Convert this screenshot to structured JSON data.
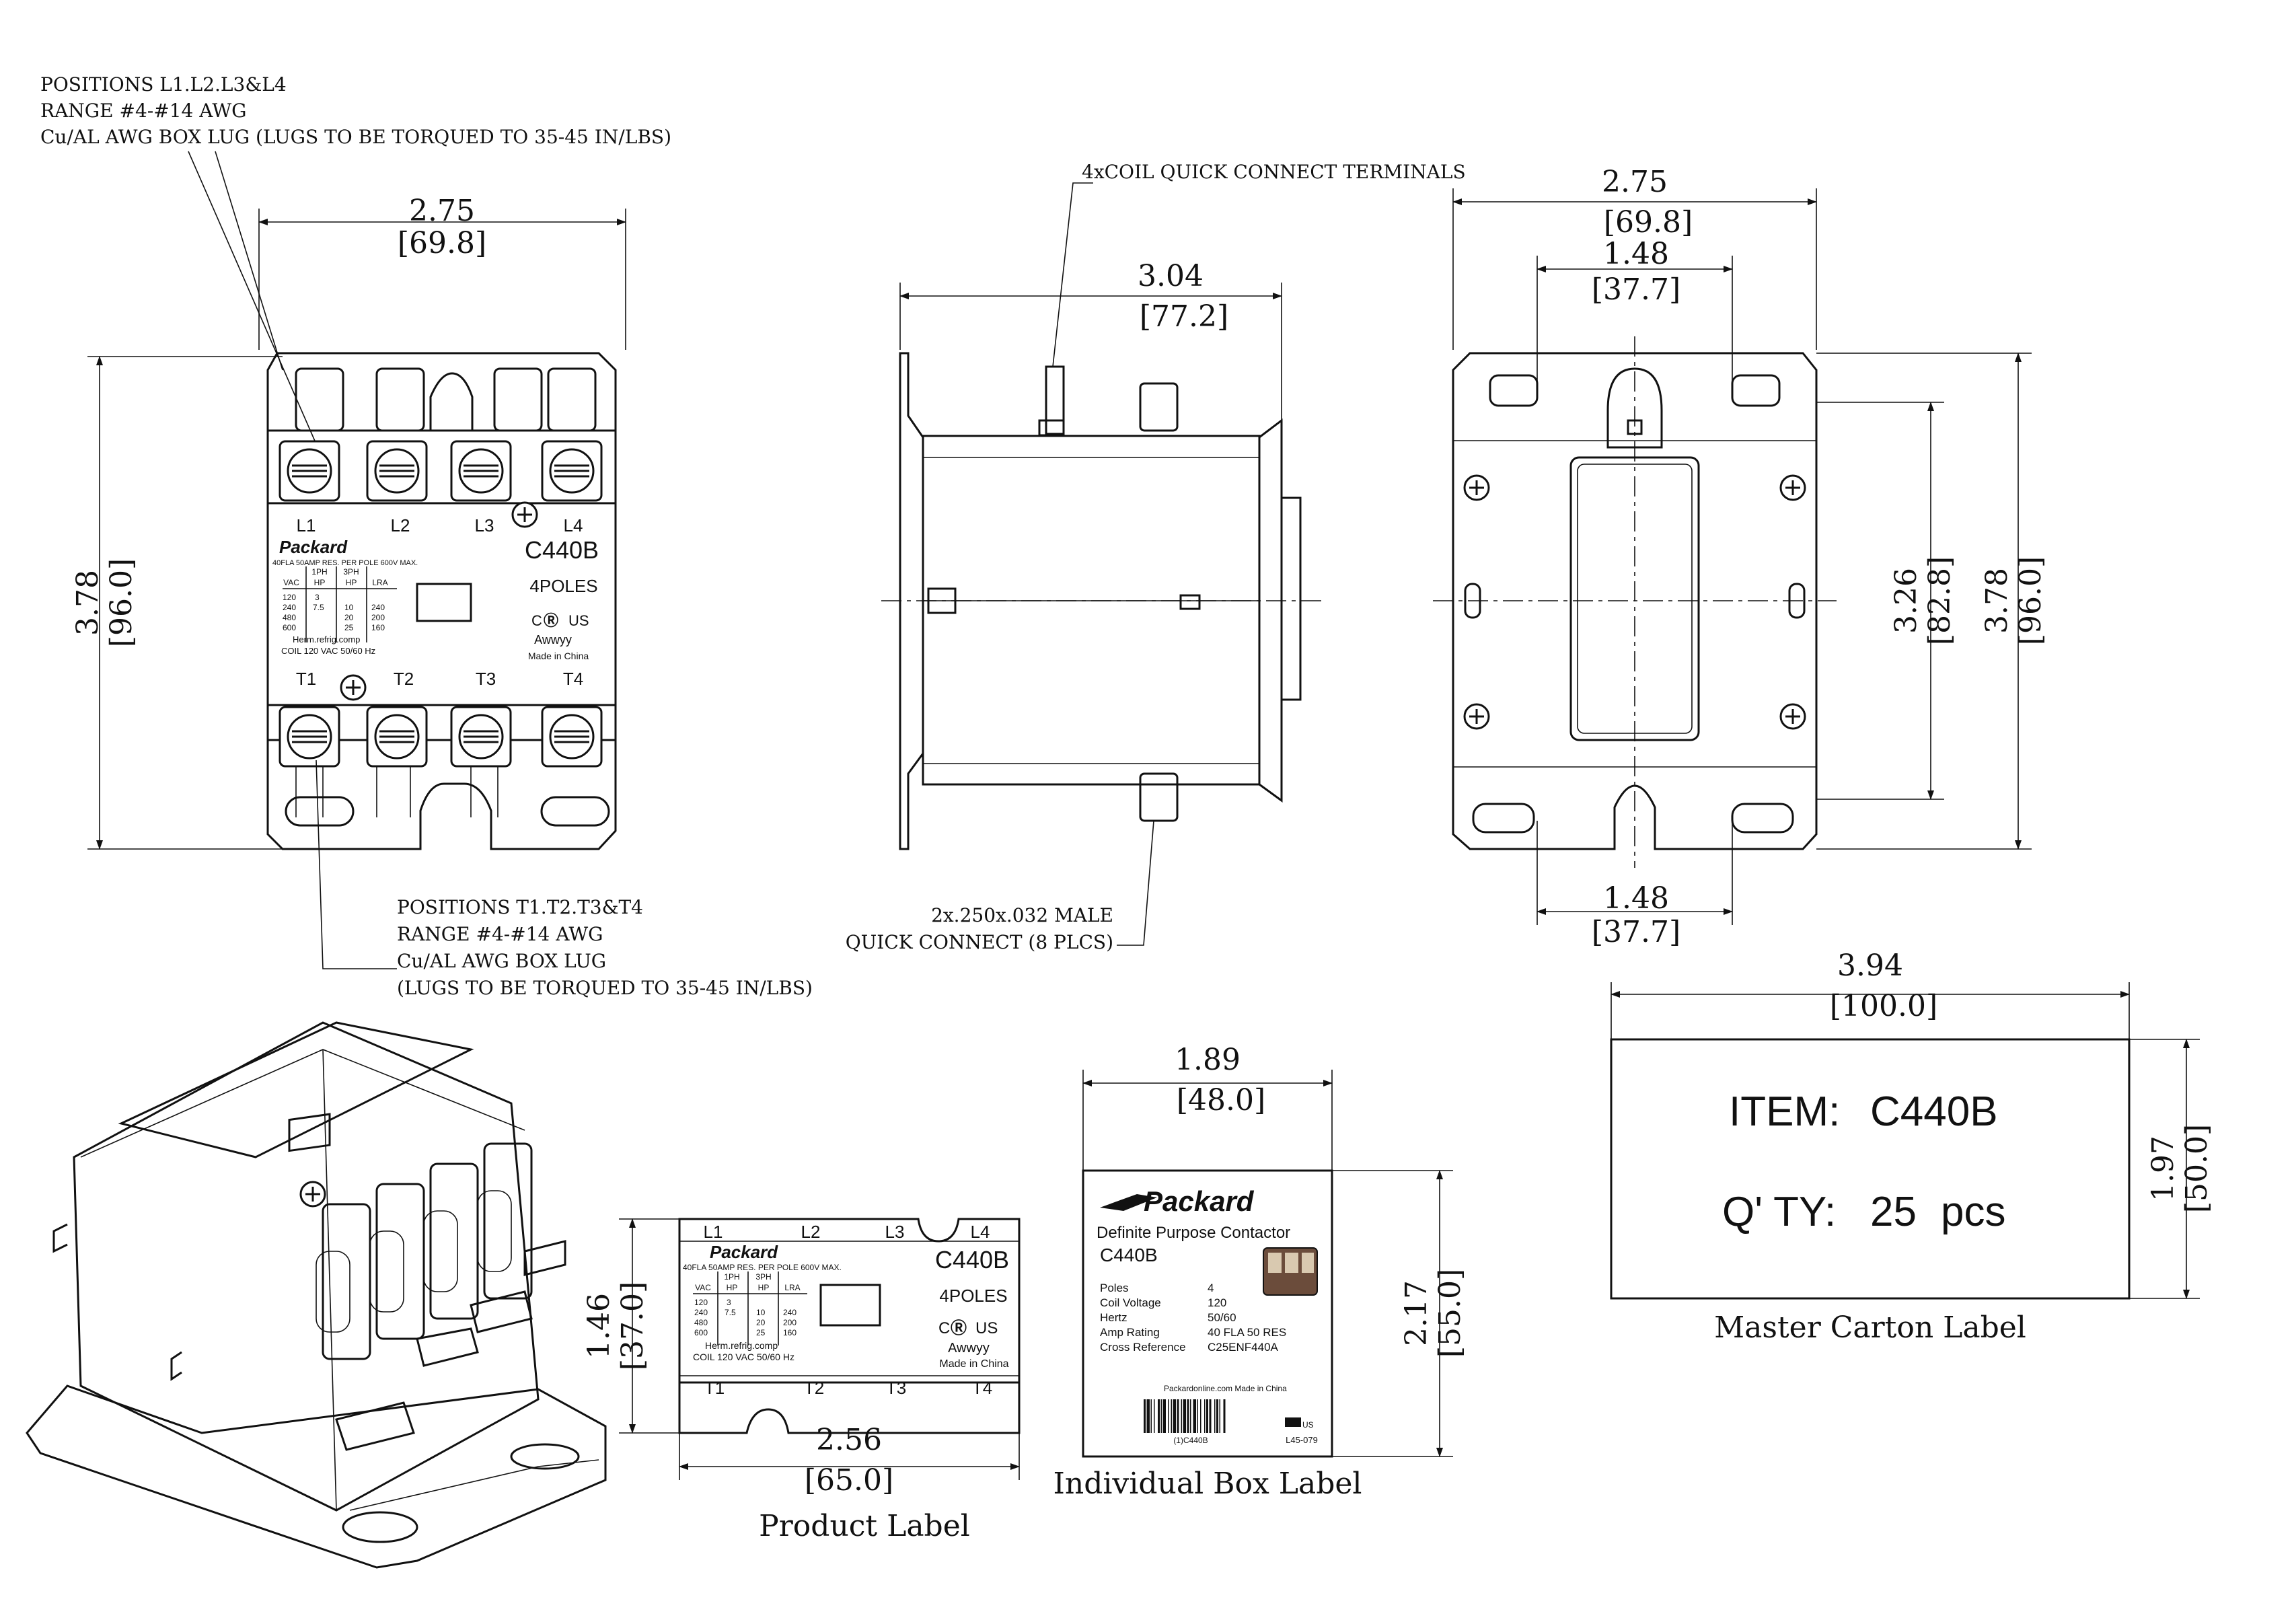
{
  "notes": {
    "top_left": [
      "POSITIONS L1.L2.L3&L4",
      "RANGE #4-#14 AWG",
      "Cu/AL AWG BOX LUG (LUGS TO BE TORQUED TO 35-45 IN/LBS)"
    ],
    "bottom_left": [
      "POSITIONS T1.T2.T3&T4",
      "RANGE #4-#14 AWG",
      "Cu/AL AWG BOX LUG",
      "(LUGS TO BE TORQUED TO 35-45 IN/LBS)"
    ],
    "coil_terminals": "4xCOIL QUICK CONNECT TERMINALS",
    "quick_connect": [
      "2x.250x.032 MALE",
      "QUICK CONNECT (8 PLCS)"
    ]
  },
  "dimensions": {
    "front_width": [
      "2.75",
      "[69.8]"
    ],
    "front_height": [
      "3.78",
      "[96.0]"
    ],
    "side_width": [
      "3.04",
      "[77.2]"
    ],
    "rear_width": [
      "2.75",
      "[69.8]"
    ],
    "rear_slot_top": [
      "1.48",
      "[37.7]"
    ],
    "rear_slot_bottom": [
      "1.48",
      "[37.7]"
    ],
    "rear_inner_height": [
      "3.26",
      "[82.8]"
    ],
    "rear_height": [
      "3.78",
      "[96.0]"
    ],
    "master_width": [
      "3.94",
      "[100.0]"
    ],
    "master_height": [
      "1.97",
      "[50.0]"
    ],
    "box_width": [
      "1.89",
      "[48.0]"
    ],
    "box_height": [
      "2.17",
      "[55.0]"
    ],
    "product_width": [
      "2.56",
      "[65.0]"
    ],
    "product_height": [
      "1.46",
      "[37.0]"
    ]
  },
  "product_label": {
    "top_terminals": [
      "L1",
      "L2",
      "L3",
      "L4"
    ],
    "bottom_terminals": [
      "T1",
      "T2",
      "T3",
      "T4"
    ],
    "brand": "Packard",
    "model": "C440B",
    "poles": "4POLES",
    "rating_line": "40FLA   50AMP RES. PER  POLE  600V  MAX.",
    "hp_headers": [
      "1PH",
      "3PH"
    ],
    "col_headers": [
      "VAC",
      "HP",
      "HP",
      "LRA"
    ],
    "vac": [
      "120",
      "240",
      "480",
      "600"
    ],
    "hp1": [
      "3",
      "7.5"
    ],
    "hp3": [
      "10",
      "20",
      "25"
    ],
    "lra": [
      "240",
      "200",
      "160"
    ],
    "herm": "Herm.refrig.comp",
    "coil": "COIL 120 VAC 50/60 Hz",
    "cert_c": "C",
    "cert_us": "US",
    "cert_sub": "Awwyy",
    "made_in": "Made in China"
  },
  "box_label": {
    "brand": "Packard",
    "title": "Definite Purpose Contactor",
    "model": "C440B",
    "specs": [
      {
        "key": "Poles",
        "value": "4"
      },
      {
        "key": "Coil Voltage",
        "value": "120"
      },
      {
        "key": "Hertz",
        "value": "50/60"
      },
      {
        "key": "Amp Rating",
        "value": "40 FLA 50 RES"
      },
      {
        "key": "Cross Reference",
        "value": "C25ENF440A"
      }
    ],
    "website": "Packardonline.com Made in China",
    "barcode_text": "(1)C440B",
    "cert": "US",
    "code": "L45-079"
  },
  "master_label": {
    "item_key": "ITEM:",
    "item_value": "C440B",
    "qty_key": "Q' TY:",
    "qty_value": "25",
    "qty_unit": "pcs"
  },
  "captions": {
    "product": "Product Label",
    "box": "Individual Box Label",
    "master": "Master Carton Label"
  }
}
